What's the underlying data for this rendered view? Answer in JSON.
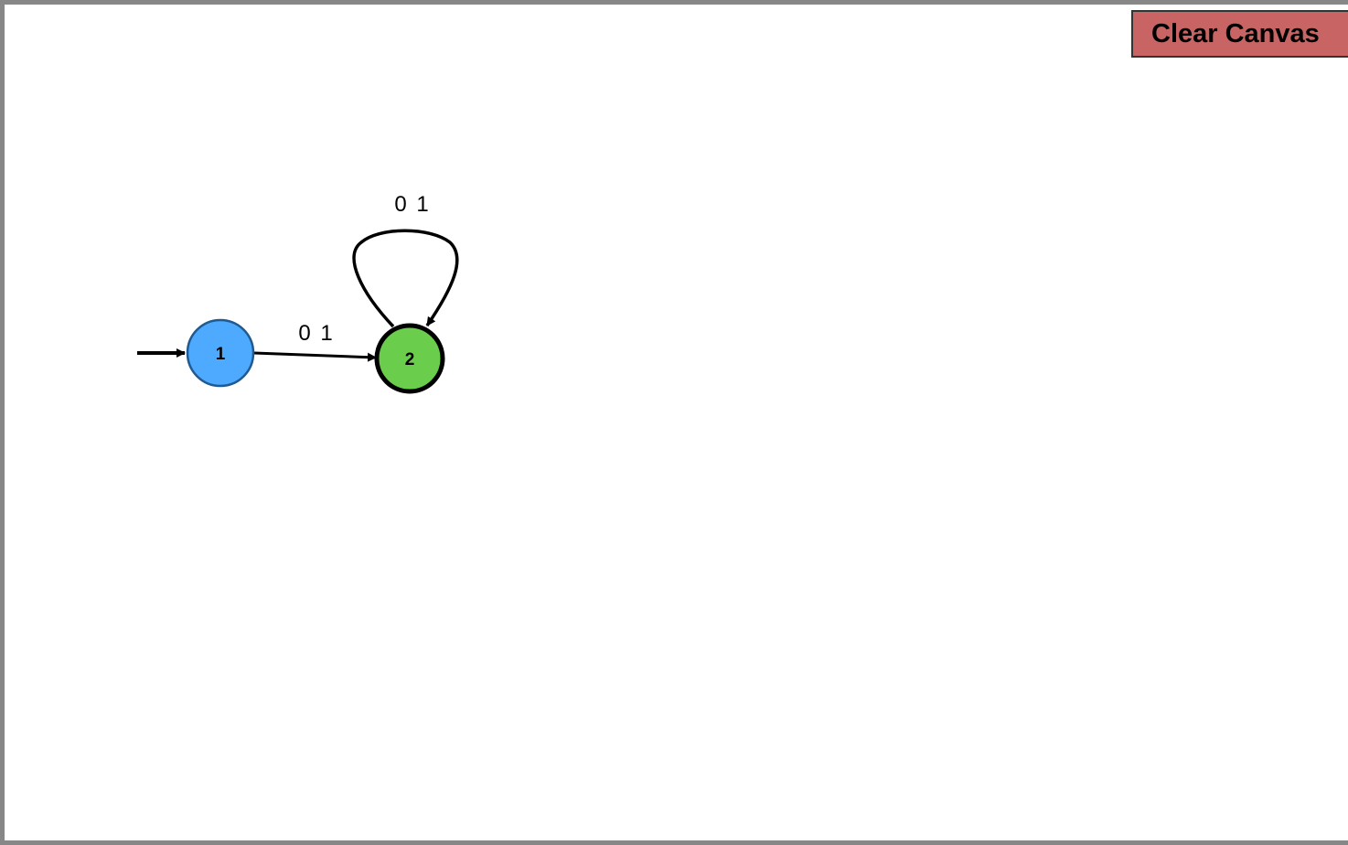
{
  "toolbar": {
    "clear_label": "Clear Canvas"
  },
  "colors": {
    "frame_border": "#878787",
    "clear_button_bg": "#c86464",
    "start_state_fill": "#4eaaff",
    "start_state_stroke": "#1f5a92",
    "accept_state_fill": "#6acd4c",
    "edge_color": "#000000"
  },
  "automaton": {
    "states": [
      {
        "id": "1",
        "label": "1",
        "initial": true,
        "accepting": false
      },
      {
        "id": "2",
        "label": "2",
        "initial": false,
        "accepting": true
      }
    ],
    "transitions": [
      {
        "from": "1",
        "to": "2",
        "label": "0 1"
      },
      {
        "from": "2",
        "to": "2",
        "label": "0 1"
      }
    ]
  }
}
